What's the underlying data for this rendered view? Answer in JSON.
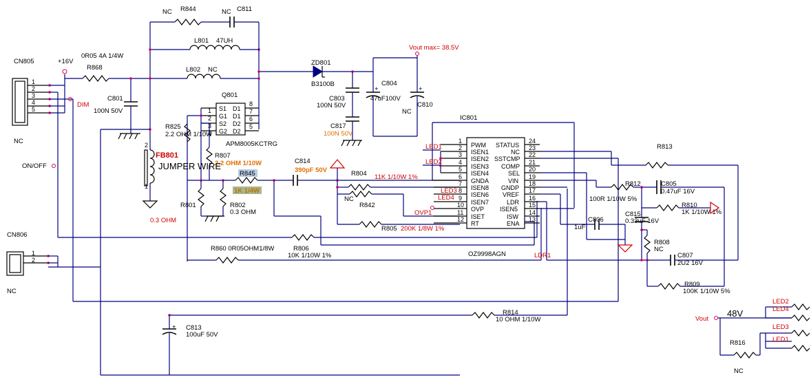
{
  "labels": {
    "cn805": "CN805",
    "cn806": "CN806",
    "nc_cn805": "NC",
    "nc_cn806": "NC",
    "plus16v": "+16V",
    "dim": "DIM",
    "onoff": "ON/OFF",
    "r868_val": "0R05 4A 1/4W",
    "r868": "R868",
    "c801": "C801",
    "c801_val": "100N 50V",
    "nc_r844": "NC",
    "r844": "R844",
    "nc_c811": "NC",
    "c811": "C811",
    "l801": "L801",
    "l801_val": "47UH",
    "l802": "L802",
    "l802_val": "NC",
    "q801": "Q801",
    "q801_part": "APM8005KCTRG",
    "zd801": "ZD801",
    "zd801_part": "B3100B",
    "vout_max": "Vout max= 38.5V",
    "c803": "C803",
    "c803_val": "100N 50V",
    "c804": "C804",
    "c804_val": "47uF100V",
    "c810": "C810",
    "c810_val": "NC",
    "c817": "C817",
    "c817_val": "100N 50V",
    "r825": "R825",
    "r825_val": "2.2 OHM 1/10W",
    "r807": "R807",
    "r807_val": "2.2 OHM 1/10W",
    "fb801": "FB801",
    "jumper": "JUMPER WIRE",
    "fb801_val": "0.3 OHM",
    "r845": "R845",
    "r845_val": "1K 1/4W",
    "c814": "C814",
    "c814_val": "390pF 50V",
    "r801": "R801",
    "r802": "R802",
    "r802_val": "0.3 OHM",
    "r804": "R804",
    "r804_val": "11K 1/10W 1%",
    "nc_r842": "NC",
    "r842": "R842",
    "r805": "R805",
    "r805_val": "200K 1/8W 1%",
    "r860": "R860 0R05OHM1/8W",
    "r806": "R806",
    "r806_val": "10K 1/10W 1%",
    "c813": "C813",
    "c813_val": "100uF 50V",
    "r814": "R814",
    "r814_val": "10 OHM 1/10W",
    "ic801": "IC801",
    "ic801_part": "OZ9998AGN",
    "led1": "LED1",
    "led2": "LED2",
    "led3": "LED3",
    "led4": "LED4",
    "ovp1": "OVP1",
    "ldr1": "LDR1",
    "r813": "R813",
    "r812": "R812",
    "r812_val": "100R 1/10W 5%",
    "c805": "C805",
    "c805_val": "0.47uF 16V",
    "r810": "R810",
    "r810_val": "1K 1/10W 1%",
    "c806": "C806",
    "c806_val": "1uF",
    "c815": "C815",
    "c815_val": "0.33uF 16V",
    "r808": "R808",
    "r808_val": "NC",
    "c807": "C807",
    "c807_val": "2U2 16V",
    "r809": "R809",
    "r809_val": "100K 1/10W 5%",
    "vout": "Vout",
    "v48": "48V",
    "r816": "R816",
    "r816_val": "NC",
    "led2_out": "LED2",
    "led4_out": "LED4",
    "led3_out": "LED3",
    "led1_out": "LED1"
  },
  "q801_pins_left": [
    "S1",
    "G1",
    "S2",
    "G2"
  ],
  "q801_pins_right": [
    "D1",
    "D1",
    "D2",
    "D2"
  ],
  "q801_nums_left": [
    "1",
    "2",
    "3",
    "4"
  ],
  "q801_nums_right": [
    "8",
    "7",
    "6",
    "5"
  ],
  "ic801_pins_left": [
    "PWM",
    "ISEN1",
    "ISEN2",
    "ISEN3",
    "ISEN4",
    "GNDA",
    "ISEN8",
    "ISEN6",
    "ISEN7",
    "OVP",
    "ISET",
    "RT"
  ],
  "ic801_pins_right": [
    "STATUS",
    "NC",
    "SSTCMP",
    "COMP",
    "SEL",
    "VIN",
    "GNDP",
    "VREF",
    "LDR",
    "ISEN5",
    "ISW",
    "ENA"
  ],
  "ic801_nums_left": [
    "1",
    "2",
    "3",
    "4",
    "5",
    "6",
    "7",
    "8",
    "9",
    "10",
    "11",
    "12"
  ],
  "ic801_nums_right": [
    "24",
    "23",
    "22",
    "21",
    "20",
    "19",
    "18",
    "17",
    "16",
    "15",
    "14",
    "13"
  ],
  "cn805_pins": [
    "1",
    "2",
    "3",
    "4",
    "5"
  ],
  "cn806_pins": [
    "1",
    "2"
  ]
}
